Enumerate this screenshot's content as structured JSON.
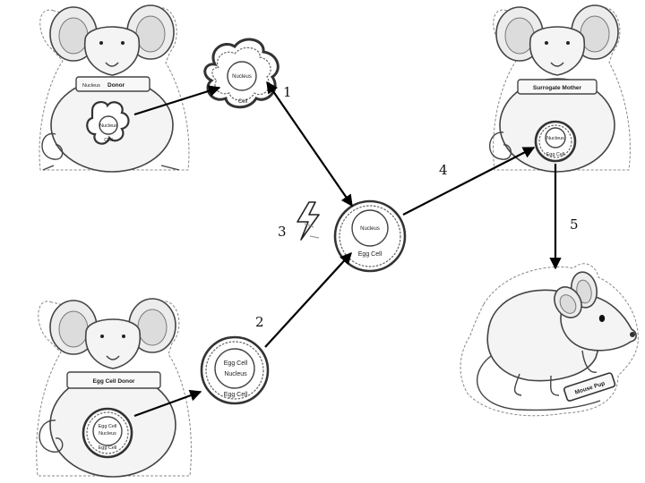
{
  "labels": {
    "nucleus_donor_small": "Nucleus",
    "nucleus_donor_big": "Donor",
    "donor_cell_nucleus": "Nucleus",
    "donor_cell": "Cell",
    "free_cell_nucleus": "Nucleus",
    "free_cell": "Cell",
    "egg_donor_banner": "Egg Cell Donor",
    "egg_donor_cell_line1": "Egg Cell",
    "egg_donor_cell_line2": "Nucleus",
    "egg_donor_cell_line3": "Egg Cell",
    "free_egg_line1": "Egg Cell",
    "free_egg_line2": "Nucleus",
    "free_egg_line3": "Egg Cell",
    "center_nucleus": "Nucleus",
    "center_egg_cell": "Egg Cell",
    "surrogate_banner": "Surrogate Mother",
    "surrogate_nucleus": "Nucleus",
    "surrogate_egg_cell": "Egg Cell",
    "pup_tag": "Mouse Pup"
  },
  "steps": [
    "1",
    "2",
    "3",
    "4",
    "5"
  ],
  "icons": {
    "lightning": "lightning-bolt-icon"
  }
}
